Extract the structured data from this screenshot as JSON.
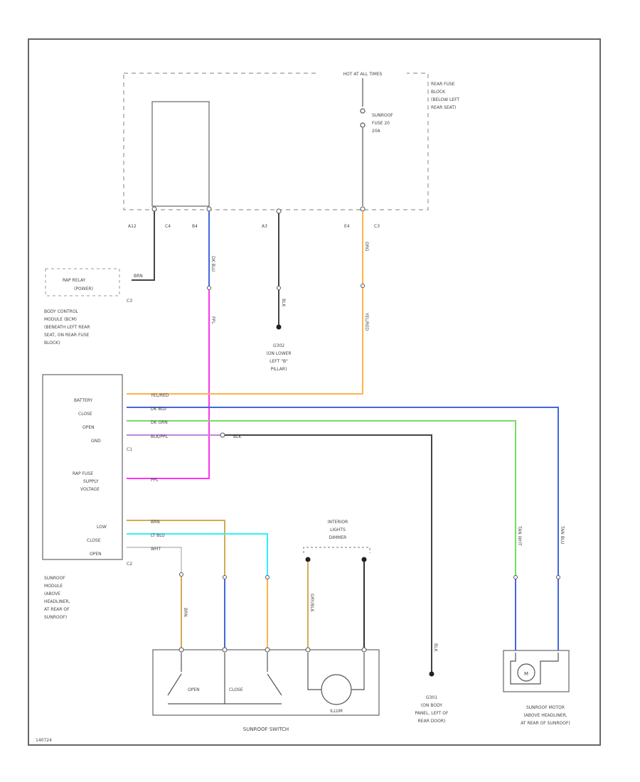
{
  "colors": {
    "frame": "#666666",
    "wire_pink": "#ff33ee",
    "wire_orange": "#ffb347",
    "wire_blue": "#4466dd",
    "wire_green": "#77dd66",
    "wire_gray": "#555555",
    "wire_black": "#333333",
    "wire_cyan": "#33eeff",
    "wire_tan": "#d4aa55"
  },
  "fuse_block": {
    "header": "HOT AT ALL TIMES",
    "label_lines": [
      "REAR FUSE",
      "BLOCK",
      "(BELOW LEFT",
      "REAR SEAT)"
    ],
    "fuse_label_lines": [
      "SUNROOF",
      "FUSE 20",
      "20A"
    ],
    "pins": {
      "a12": "A12",
      "c4": "C4",
      "b4": "B4",
      "a3": "A3",
      "e4": "E4",
      "c3": "C3"
    }
  },
  "raf_relay": {
    "label_lines": [
      "RAP RELAY",
      "(POWER)"
    ],
    "wire_color": "BRN",
    "connector": "C3"
  },
  "bcm": {
    "label_lines": [
      "BODY CONTROL",
      "MODULE (BCM)",
      "(BENEATH LEFT REAR",
      "SEAT, ON REAR FUSE",
      "BLOCK)"
    ]
  },
  "ground_g302": {
    "label_lines": [
      "G302",
      "(ON LOWER",
      "LEFT \"B\"",
      "PILLAR)"
    ],
    "wire_color": "BLK"
  },
  "sunroof_module": {
    "pins_c1": [
      "BATTERY",
      "CLOSE",
      "OPEN",
      "GND"
    ],
    "connector_c1": "C1",
    "pin_supply": [
      "RAP FUSE",
      "SUPPLY",
      "VOLTAGE"
    ],
    "pins_c2": [
      "LOW",
      "CLOSE",
      "OPEN"
    ],
    "connector_c2": "C2",
    "label_lines": [
      "SUNROOF",
      "MODULE",
      "(ABOVE",
      "HEADLINER,",
      "AT REAR OF",
      "SUNROOF)"
    ]
  },
  "wires": {
    "battery": "YEL/RED",
    "close": "DK BLU",
    "open": "DK GRN",
    "gnd": "BLK/PPL",
    "gnd_after": "BLK",
    "rap": "PPL",
    "low": "BRN",
    "sw_close": "LT BLU",
    "sw_open": "WHT",
    "pink_vertical": "PPL",
    "orange_vertical": "YEL/RED",
    "orange_top": "ORG",
    "blue_top": "DK BLU",
    "tan": "BRN",
    "dim_lights": "GRY/BLK",
    "motor_left": "TAN WHT",
    "motor_right": "TAN BLU"
  },
  "interior_lights": {
    "label_lines": [
      "INTERIOR",
      "LIGHTS",
      "DIMMER"
    ]
  },
  "sunroof_switch": {
    "label": "SUNROOF SWITCH",
    "open_label": "OPEN",
    "close_label": "CLOSE",
    "illum_label": "ILLUM"
  },
  "ground_g301": {
    "label_lines": [
      "G301",
      "(ON BODY",
      "PANEL, LEFT OF",
      "REAR DOOR)"
    ],
    "wire_color": "BLK"
  },
  "motor": {
    "label_lines": [
      "SUNROOF MOTOR",
      "(ABOVE HEADLINER,",
      "AT REAR OF SUNROOF)"
    ],
    "symbol": "M"
  },
  "footer_code": "140724"
}
